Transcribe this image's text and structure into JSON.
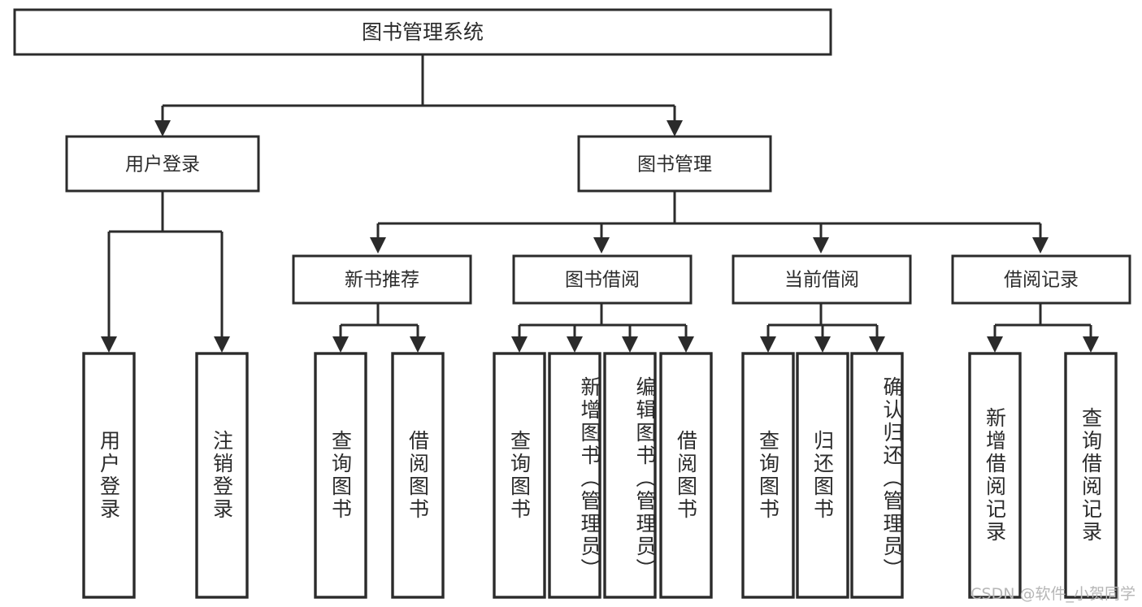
{
  "diagram": {
    "title": "图书管理系统",
    "type": "tree-hierarchy-diagram",
    "colors": {
      "stroke": "#2b2b2b",
      "fill": "#ffffff",
      "background": "#ffffff",
      "watermark": "#b6b6b6"
    },
    "root": {
      "label": "图书管理系统"
    },
    "level2": [
      {
        "label": "用户登录"
      },
      {
        "label": "图书管理"
      }
    ],
    "level3": [
      {
        "label": "新书推荐"
      },
      {
        "label": "图书借阅"
      },
      {
        "label": "当前借阅"
      },
      {
        "label": "借阅记录"
      }
    ],
    "leaves": {
      "user_login": [
        {
          "label": "用户登录"
        },
        {
          "label": "注销登录"
        }
      ],
      "new_book_recommend": [
        {
          "label": "查询图书"
        },
        {
          "label": "借阅图书"
        }
      ],
      "book_borrow": [
        {
          "label": "查询图书"
        },
        {
          "label": "新增图书（管理员）"
        },
        {
          "label": "编辑图书（管理员）"
        },
        {
          "label": "借阅图书"
        }
      ],
      "current_borrow": [
        {
          "label": "查询图书"
        },
        {
          "label": "归还图书"
        },
        {
          "label": "确认归还（管理员）"
        }
      ],
      "borrow_record": [
        {
          "label": "新增借阅记录"
        },
        {
          "label": "查询借阅记录"
        }
      ]
    },
    "watermark": "CSDN @软件_小贺同学"
  }
}
